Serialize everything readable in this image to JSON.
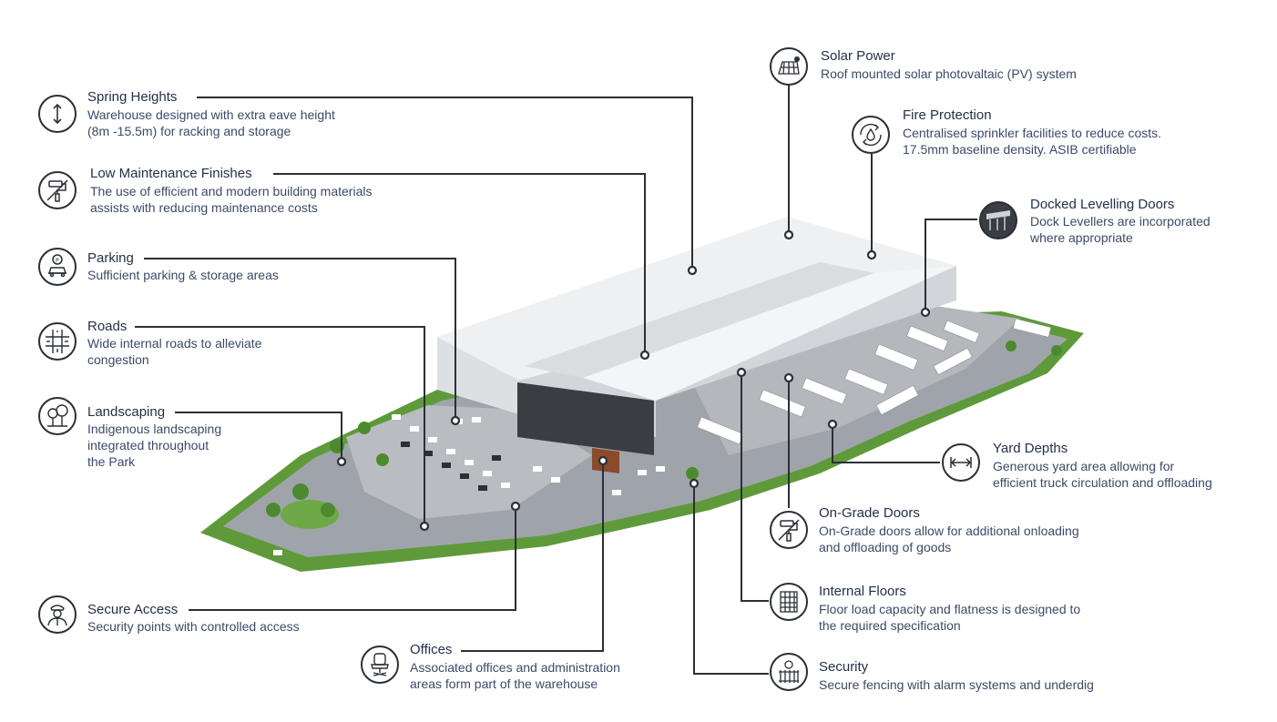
{
  "features": [
    {
      "id": "spring-heights",
      "icon": "vertical-arrows-icon",
      "title": "Spring Heights",
      "lines": [
        "Warehouse designed with extra eave height",
        "(8m -15.5m) for racking and storage"
      ]
    },
    {
      "id": "low-maintenance",
      "icon": "paint-roller-icon",
      "title": "Low Maintenance Finishes",
      "lines": [
        "The use of efficient and modern building materials",
        "assists with reducing maintenance costs"
      ]
    },
    {
      "id": "parking",
      "icon": "parking-car-icon",
      "title": "Parking",
      "lines": [
        "Sufficient parking & storage areas"
      ]
    },
    {
      "id": "roads",
      "icon": "road-intersection-icon",
      "title": "Roads",
      "lines": [
        "Wide internal roads to alleviate",
        "congestion"
      ]
    },
    {
      "id": "landscaping",
      "icon": "trees-icon",
      "title": "Landscaping",
      "lines": [
        "Indigenous landscaping",
        "integrated throughout",
        "the Park"
      ]
    },
    {
      "id": "secure-access",
      "icon": "security-guard-icon",
      "title": "Secure Access",
      "lines": [
        "Security points with controlled access"
      ]
    },
    {
      "id": "offices",
      "icon": "office-chair-icon",
      "title": "Offices",
      "lines": [
        "Associated offices and administration",
        "areas form part of the warehouse"
      ]
    },
    {
      "id": "solar-power",
      "icon": "solar-panel-icon",
      "title": "Solar Power",
      "lines": [
        "Roof mounted solar photovaltaic (PV) system"
      ]
    },
    {
      "id": "fire-protection",
      "icon": "water-drop-cycle-icon",
      "title": "Fire Protection",
      "lines": [
        "Centralised sprinkler facilities to reduce costs.",
        "17.5mm baseline density. ASIB certifiable"
      ]
    },
    {
      "id": "docked-levelling-doors",
      "icon": "dock-leveller-icon",
      "title": "Docked Levelling Doors",
      "lines": [
        "Dock Levellers are incorporated",
        "where appropriate"
      ]
    },
    {
      "id": "yard-depths",
      "icon": "horizontal-arrows-icon",
      "title": "Yard Depths",
      "lines": [
        "Generous yard area allowing for",
        "efficient truck circulation and offloading"
      ]
    },
    {
      "id": "on-grade-doors",
      "icon": "paint-roller-icon",
      "title": "On-Grade Doors",
      "lines": [
        "On-Grade doors allow for additional onloading",
        "and offloading of goods"
      ]
    },
    {
      "id": "internal-floors",
      "icon": "floor-grid-icon",
      "title": "Internal Floors",
      "lines": [
        "Floor load capacity and flatness is designed to",
        "the required specification"
      ]
    },
    {
      "id": "security",
      "icon": "fence-alarm-icon",
      "title": "Security",
      "lines": [
        "Secure fencing with alarm systems and underdig"
      ]
    }
  ],
  "colors": {
    "line": "#2b2f36",
    "title": "#24304a",
    "text": "#3b4a68",
    "grass": "#5f9a3a",
    "road": "#a7acb1",
    "roof": "#e8ebee",
    "wall": "#d4d8dc",
    "office": "#3a3d42"
  }
}
